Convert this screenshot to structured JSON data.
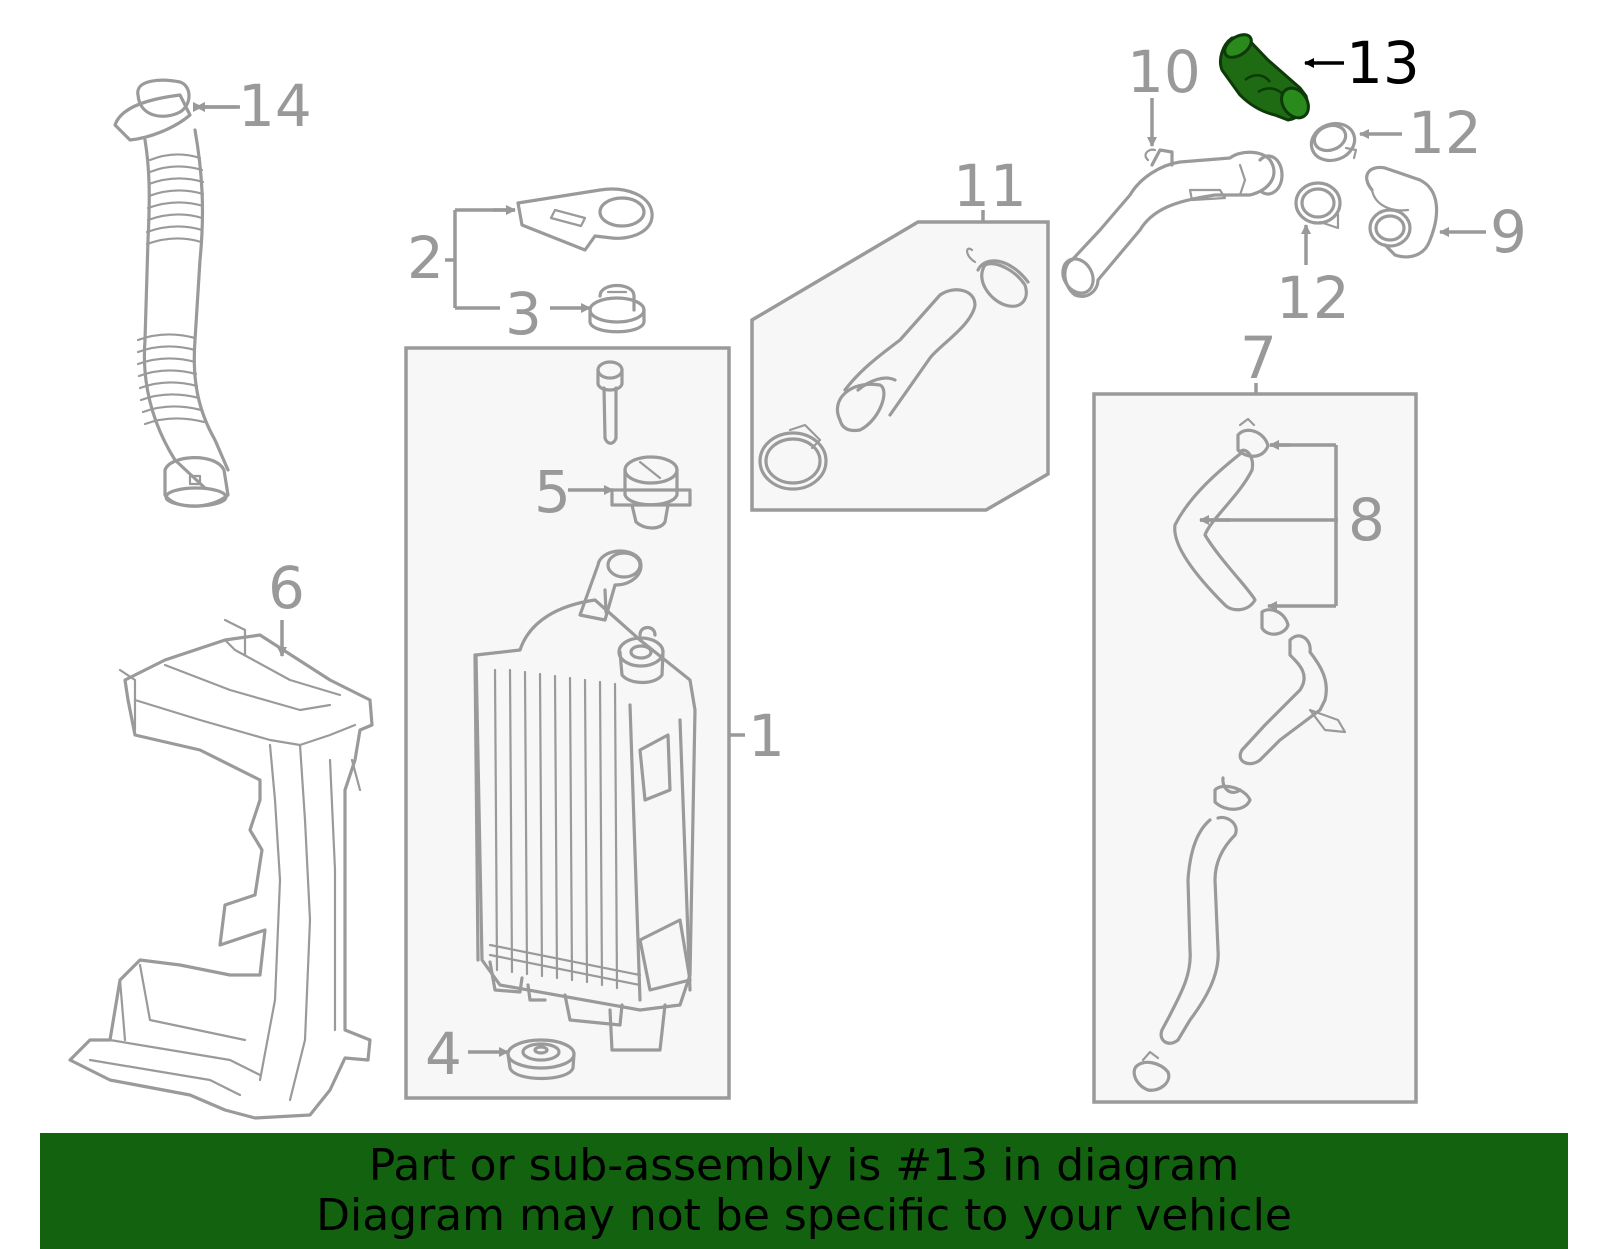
{
  "callouts": {
    "c1": "1",
    "c2": "2",
    "c3": "3",
    "c4": "4",
    "c5": "5",
    "c6": "6",
    "c7": "7",
    "c8": "8",
    "c9": "9",
    "c10": "10",
    "c11": "11",
    "c12": "12",
    "c13": "13",
    "c14": "14"
  },
  "highlight": {
    "part": "13",
    "color": "#1e6b14"
  },
  "colors": {
    "line_art": "#9a9a9a",
    "box_fill": "#f7f7f7",
    "banner_bg": "#126210"
  },
  "banner": {
    "line1": "Part or sub-assembly is #13 in diagram",
    "line2": "Diagram may not be specific to your vehicle"
  }
}
